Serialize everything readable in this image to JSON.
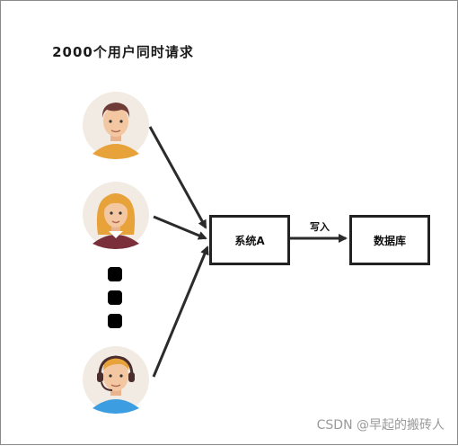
{
  "title": "2000个用户同时请求",
  "system_a_label": "系统A",
  "database_label": "数据库",
  "write_label": "写入",
  "watermark": "CSDN @早起的搬砖人",
  "icons": [
    "man-avatar-icon",
    "woman-avatar-icon",
    "headset-agent-avatar-icon",
    "ellipsis-dots-icon"
  ]
}
